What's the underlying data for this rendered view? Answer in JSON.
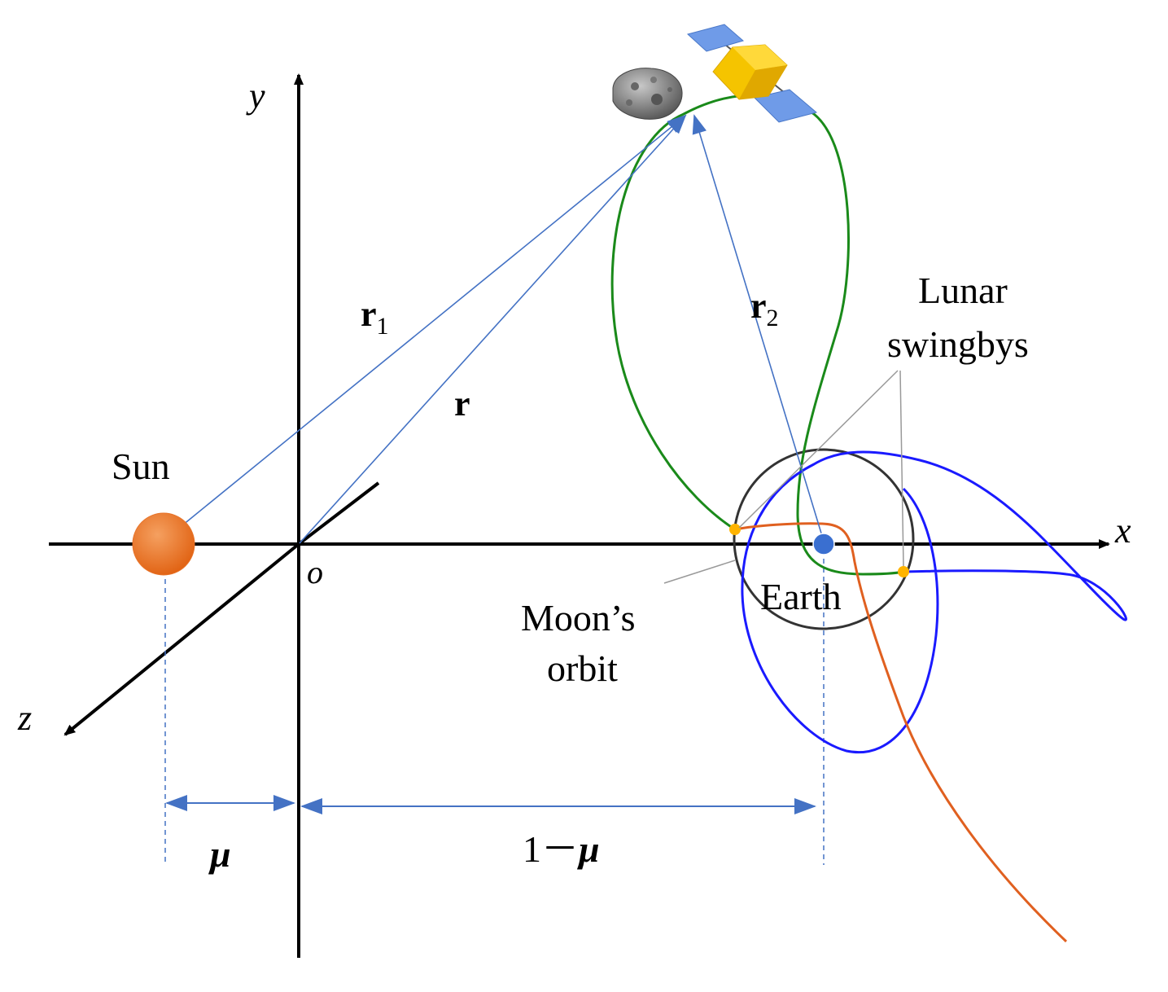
{
  "axes": {
    "x_label": "x",
    "y_label": "y",
    "z_label": "z",
    "origin_label": "o"
  },
  "bodies": {
    "sun": {
      "label": "Sun",
      "color": "#e8742a"
    },
    "earth": {
      "label": "Earth",
      "color": "#3a6fd0"
    },
    "moon_orbit": {
      "label_line1": "Moon’s",
      "label_line2": "orbit"
    },
    "asteroid": {
      "icon": "asteroid-icon"
    },
    "spacecraft": {
      "icon": "satellite-icon"
    }
  },
  "vectors": {
    "r1": {
      "symbol": "r",
      "subscript": "1"
    },
    "r": {
      "symbol": "r"
    },
    "r2": {
      "symbol": "r",
      "subscript": "2"
    }
  },
  "annotations": {
    "lunar_swingbys_line1": "Lunar",
    "lunar_swingbys_line2": "swingbys"
  },
  "dimensions": {
    "mu": "μ",
    "one_minus_mu_prefix": "1－",
    "one_minus_mu_symbol": "μ"
  },
  "colors": {
    "vector": "#4472c4",
    "green_trajectory": "#1a8a1a",
    "blue_trajectory": "#1a1aff",
    "orange_trajectory": "#e06020",
    "swingby_point": "#ffb400",
    "moon_orbit": "#333333"
  }
}
